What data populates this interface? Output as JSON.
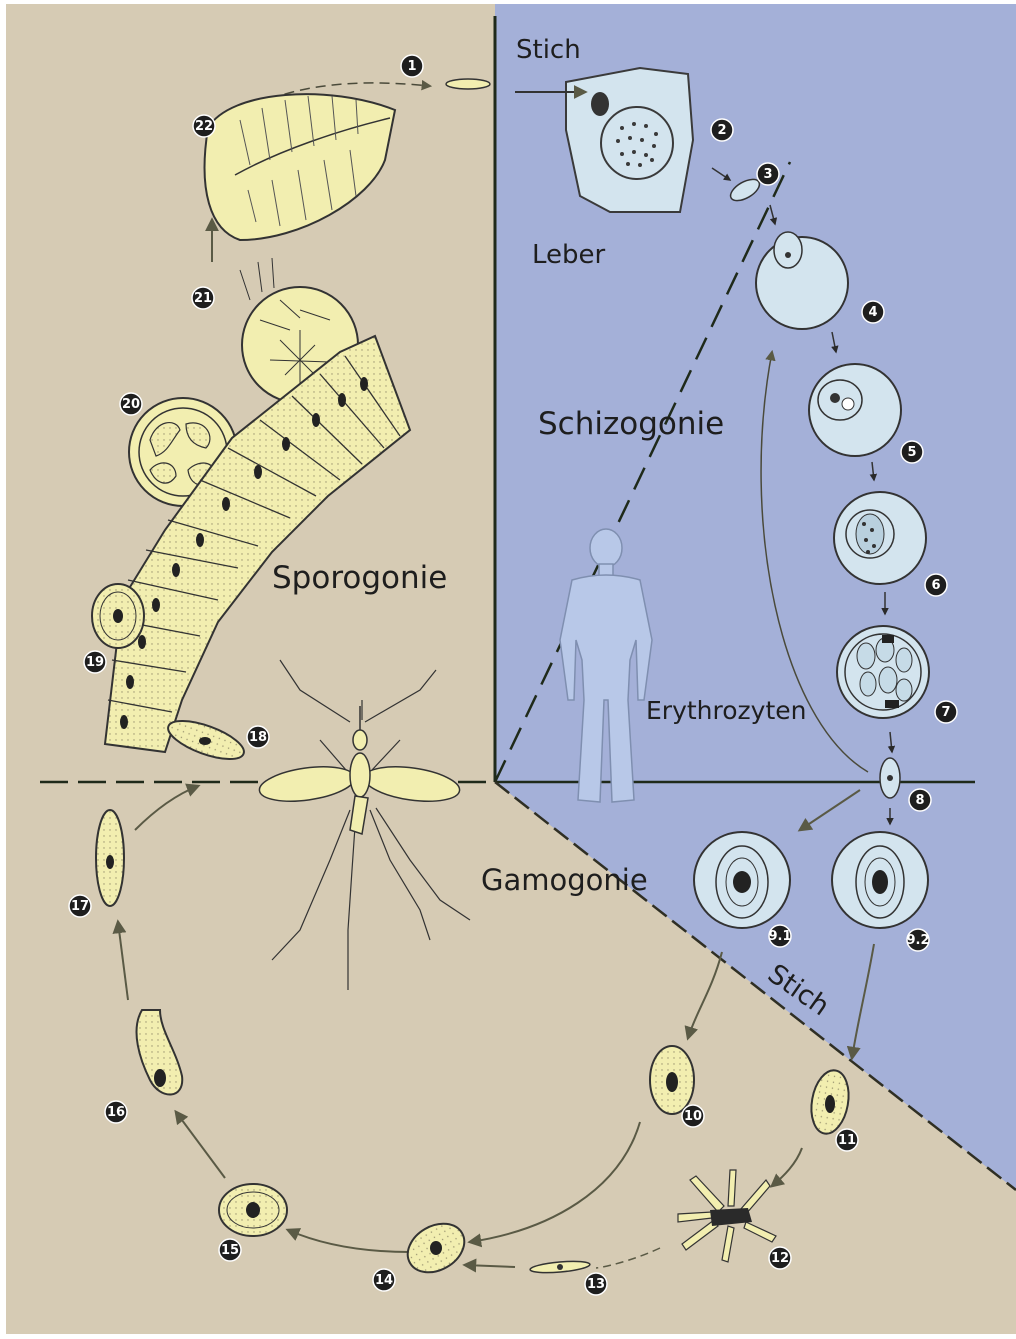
{
  "labels": {
    "stich_top": "Stich",
    "leber": "Leber",
    "schizogonie": "Schizogonie",
    "sporogonie": "Sporogonie",
    "erythrozyten": "Erythrozyten",
    "gamogonie": "Gamogonie",
    "stich_diag": "Stich"
  },
  "stages": [
    "1",
    "2",
    "3",
    "4",
    "5",
    "6",
    "7",
    "8",
    "9.1",
    "9.2",
    "10",
    "11",
    "12",
    "13",
    "14",
    "15",
    "16",
    "17",
    "18",
    "19",
    "20",
    "21",
    "22"
  ],
  "colors": {
    "human_bg": "#a4b0d8",
    "mosquito_bg": "#d6cbb4",
    "cell_yellow": "#f2eeb0",
    "cell_blue": "#d3e4ee",
    "line": "#1f2a1a",
    "arrow": "#5a5a45",
    "badge": "#1e1e1e"
  }
}
